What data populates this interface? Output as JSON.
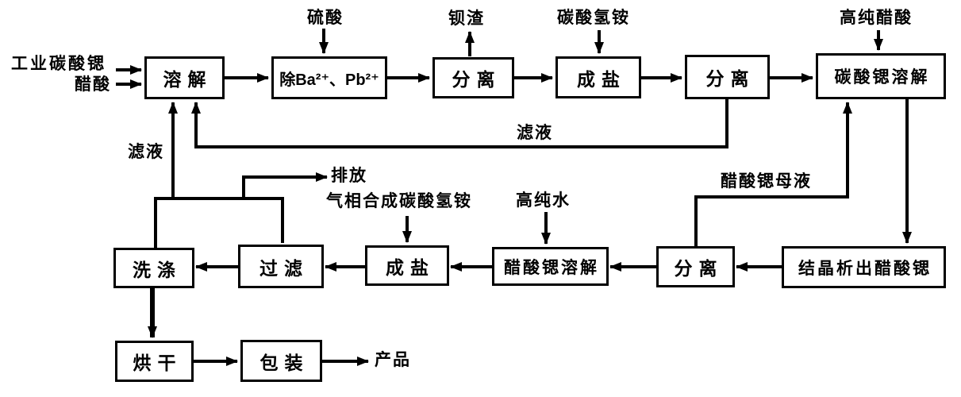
{
  "nodes": {
    "dissolve": {
      "label": "溶解"
    },
    "remove_ba_pb": {
      "label": "除Ba²⁺、Pb²⁺"
    },
    "separate_1": {
      "label": "分离"
    },
    "form_salt_1": {
      "label": "成盐"
    },
    "separate_2": {
      "label": "分离"
    },
    "srco3_dissolve": {
      "label": "碳酸锶溶解"
    },
    "wash": {
      "label": "洗涤"
    },
    "filter": {
      "label": "过滤"
    },
    "form_salt_2": {
      "label": "成盐"
    },
    "sr_acetate_dissolve": {
      "label": "醋酸锶溶解"
    },
    "separate_3": {
      "label": "分离"
    },
    "crystallize": {
      "label": "结晶析出醋酸锶"
    },
    "dry": {
      "label": "烘干"
    },
    "pack": {
      "label": "包装"
    }
  },
  "stream_labels": {
    "industrial_srco3": "工业碳酸锶",
    "acetic_acid": "醋酸",
    "sulfuric_acid": "硫酸",
    "barium_residue": "钡渣",
    "ammonium_bicarbonate": "碳酸氢铵",
    "high_purity_acetic_acid": "高纯醋酸",
    "filtrate_recycle": "滤液",
    "filtrate_wash": "滤液",
    "discharge": "排放",
    "gas_phase_ammonium_bicarbonate": "气相合成碳酸氢铵",
    "high_purity_water": "高纯水",
    "sr_acetate_mother_liquor": "醋酸锶母液",
    "product": "产品"
  },
  "flow": [
    "工业碳酸锶 → 溶解",
    "醋酸 → 溶解",
    "溶解 → 除Ba²⁺、Pb²⁺",
    "硫酸 → 除Ba²⁺、Pb²⁺",
    "除Ba²⁺、Pb²⁺ → 分离",
    "分离 → 钡渣",
    "分离 → 成盐",
    "碳酸氢铵 → 成盐",
    "成盐 → 分离",
    "分离 → 碳酸锶溶解",
    "分离 → 滤液 → 溶解",
    "高纯醋酸 → 碳酸锶溶解",
    "碳酸锶溶解 → 结晶析出醋酸锶",
    "结晶析出醋酸锶 → 分离",
    "分离 → 醋酸锶母液 → 碳酸锶溶解",
    "分离 → 醋酸锶溶解",
    "高纯水 → 醋酸锶溶解",
    "醋酸锶溶解 → 成盐",
    "气相合成碳酸氢铵 → 成盐",
    "成盐 → 过滤",
    "过滤 → 排放",
    "过滤 → 洗涤",
    "洗涤 → 滤液 → 溶解",
    "洗涤 → 烘干",
    "烘干 → 包装",
    "包装 → 产品"
  ],
  "colors": {
    "line": "#000000",
    "background": "#ffffff",
    "text": "#000000"
  }
}
